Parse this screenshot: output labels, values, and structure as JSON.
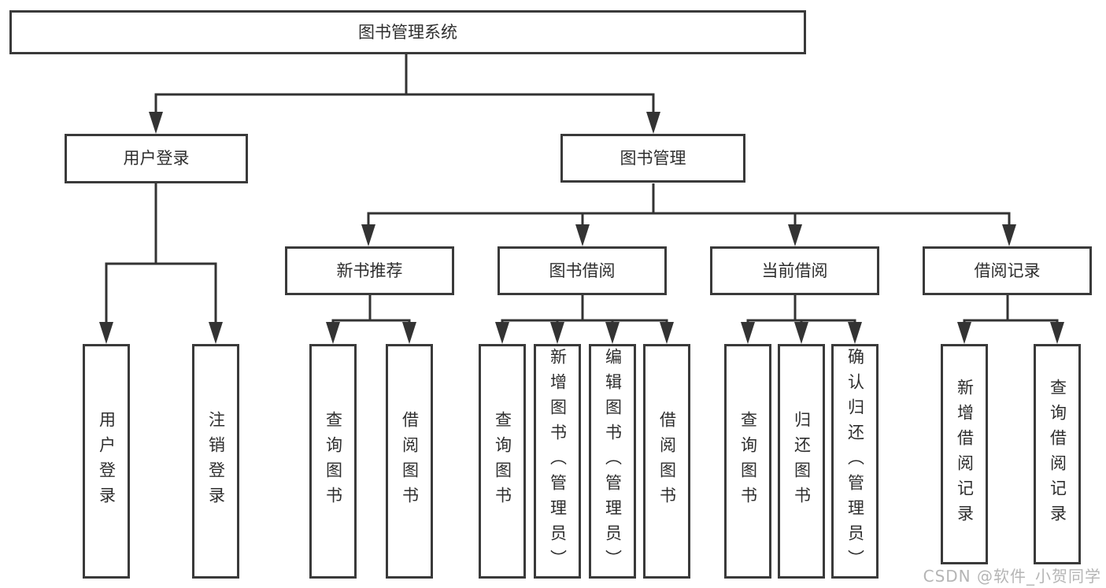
{
  "diagram_type": "hierarchy-tree",
  "tree": {
    "label": "图书管理系统",
    "children": [
      {
        "label": "用户登录",
        "children": [
          {
            "label": "用户登录"
          },
          {
            "label": "注销登录"
          }
        ]
      },
      {
        "label": "图书管理",
        "children": [
          {
            "label": "新书推荐",
            "children": [
              {
                "label": "查询图书"
              },
              {
                "label": "借阅图书"
              }
            ]
          },
          {
            "label": "图书借阅",
            "children": [
              {
                "label": "查询图书"
              },
              {
                "label": "新增图书（管理员）"
              },
              {
                "label": "编辑图书（管理员）"
              },
              {
                "label": "借阅图书"
              }
            ]
          },
          {
            "label": "当前借阅",
            "children": [
              {
                "label": "查询图书"
              },
              {
                "label": "归还图书"
              },
              {
                "label": "确认归还（管理员）"
              }
            ]
          },
          {
            "label": "借阅记录",
            "children": [
              {
                "label": "新增借阅记录"
              },
              {
                "label": "查询借阅记录"
              }
            ]
          }
        ]
      }
    ]
  },
  "watermark": {
    "text": "CSDN @软件_小贺同学"
  },
  "colors": {
    "background": "#ffffff",
    "box_border": "#3a3a3a",
    "connector_line": "#333333",
    "text": "#2e2e2e",
    "watermark": "#b5b5b5"
  }
}
